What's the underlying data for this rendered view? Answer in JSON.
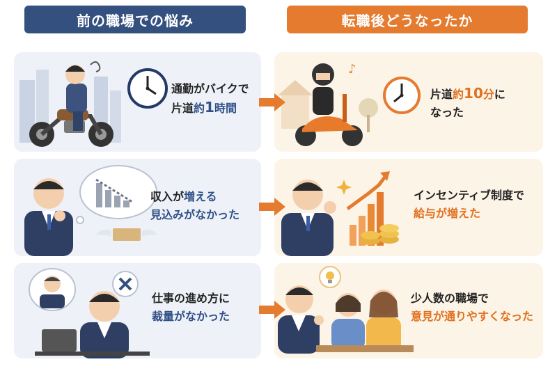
{
  "headers": {
    "before": "前の職場での悩み",
    "after": "転職後どうなったか"
  },
  "rows": [
    {
      "before_line1": "通勤がバイクで",
      "before_line2_pre": "片道",
      "before_line2_mid": "約",
      "before_line2_num": "1",
      "before_line2_post": "時間",
      "after_line1_pre": "片道",
      "after_line1_mid": "約",
      "after_line1_num": "10",
      "after_line1_unit": "分",
      "after_line1_post": "に",
      "after_line2": "なった"
    },
    {
      "before_line1_pre": "収入が",
      "before_line1_hl": "増える",
      "before_line2": "見込みがなかった",
      "after_line1": "インセンティブ制度で",
      "after_line2": "給与が増えた"
    },
    {
      "before_line1": "仕事の進め方に",
      "before_line2_hl": "裁量",
      "before_line2_post": "がなかった",
      "after_line1": "少人数の職場で",
      "after_line2": "意見が通りやすくなった"
    }
  ],
  "colors": {
    "navy": "#33507f",
    "orange": "#e47b2f",
    "before_bg": "#eef2f8",
    "after_bg": "#fdf4e8"
  }
}
